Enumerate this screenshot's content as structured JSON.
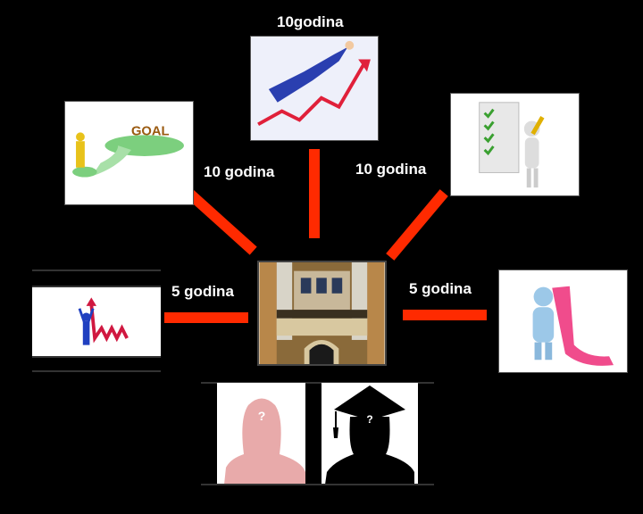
{
  "labels": {
    "top": "10godina",
    "top_left": "10 godina",
    "top_right": "10 godina",
    "left": "5 godina",
    "right": "5 godina"
  },
  "images": {
    "top": "businessman-flying-growth-chart",
    "top_left": "goal-path",
    "top_right": "checklist-figure",
    "left": "figure-with-rising-arrow",
    "right": "figure-with-scroll",
    "center": "university-building",
    "bottom_female": "female-silhouette-unknown",
    "bottom_graduate": "graduate-silhouette-unknown"
  },
  "goal_text": "GOAL",
  "question_mark": "?",
  "colors": {
    "connector": "#ff2a00",
    "background": "#000000"
  }
}
